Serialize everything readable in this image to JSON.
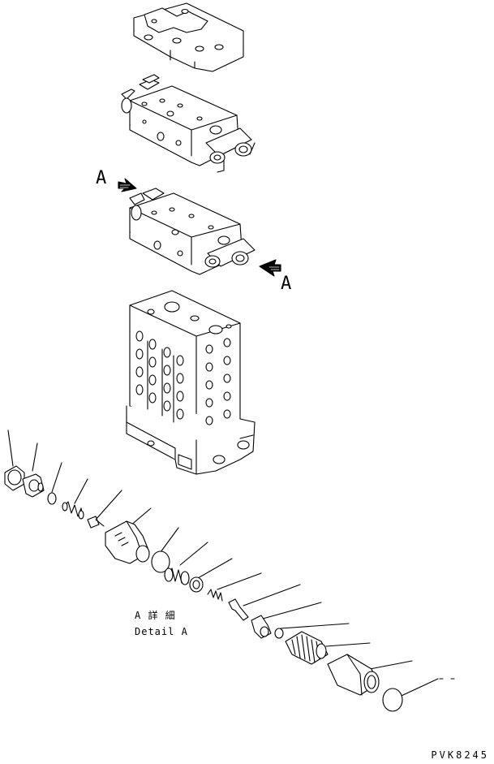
{
  "view_labels": [
    "A",
    "A"
  ],
  "detail_caption": {
    "line1": "A 詳 細",
    "line2": "Detail A"
  },
  "drawing_code": "PVK8245",
  "colors": {
    "line": "#000000",
    "background": "#ffffff"
  },
  "icons": [
    "view-arrow-icon",
    "view-arrow-icon"
  ]
}
